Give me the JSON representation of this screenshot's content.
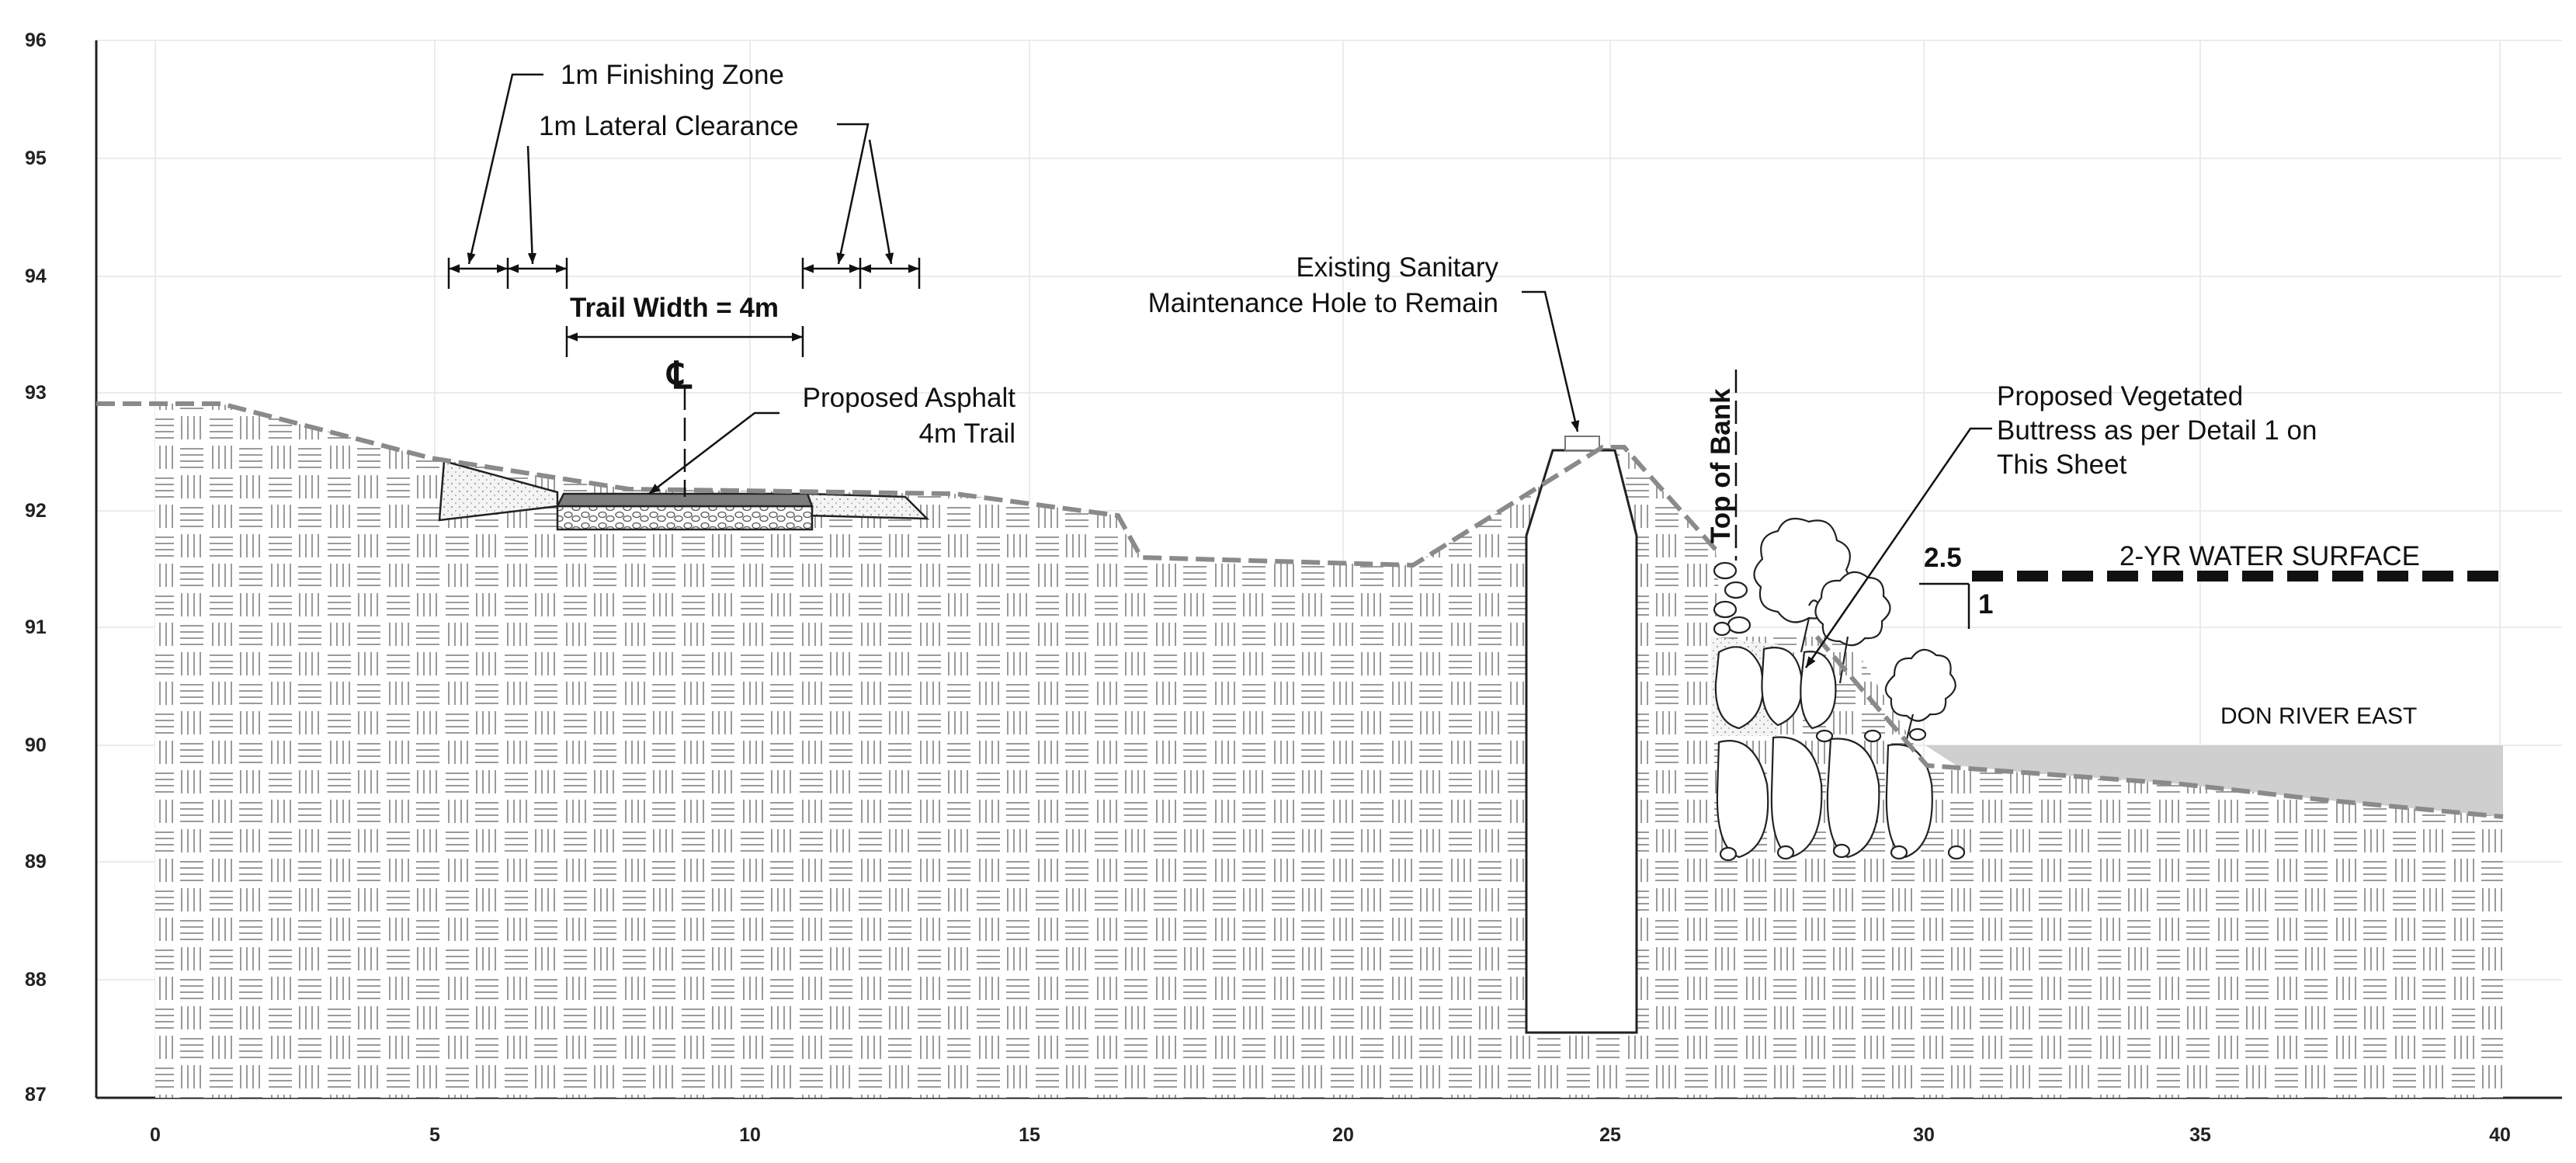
{
  "axes": {
    "y_ticks": [
      "96",
      "95",
      "94",
      "93",
      "92",
      "91",
      "90",
      "89",
      "88",
      "87"
    ],
    "x_ticks": [
      "0",
      "5",
      "10",
      "15",
      "20",
      "25",
      "30",
      "35",
      "40"
    ]
  },
  "annotations": {
    "finishing_zone": "1m Finishing Zone",
    "lateral_clearance": "1m Lateral Clearance",
    "trail_width": "Trail Width = 4m",
    "centerline_symbol": "℄",
    "asphalt_line1": "Proposed Asphalt",
    "asphalt_line2": "4m Trail",
    "sanitary_line1": "Existing Sanitary",
    "sanitary_line2": "Maintenance Hole to Remain",
    "top_of_bank": "Top of Bank",
    "buttress_line1": "Proposed Vegetated",
    "buttress_line2": "Buttress as per Detail 1 on",
    "buttress_line3": "This Sheet",
    "slope_run": "2.5",
    "slope_rise": "1",
    "water_surface": "2-YR WATER SURFACE",
    "river": "DON RIVER EAST"
  },
  "colors": {
    "ground_profile": "#8a8a8a",
    "water": "#cfcfcf",
    "hatch": "#9a9a9a",
    "asphalt": "#7d7d7d"
  }
}
